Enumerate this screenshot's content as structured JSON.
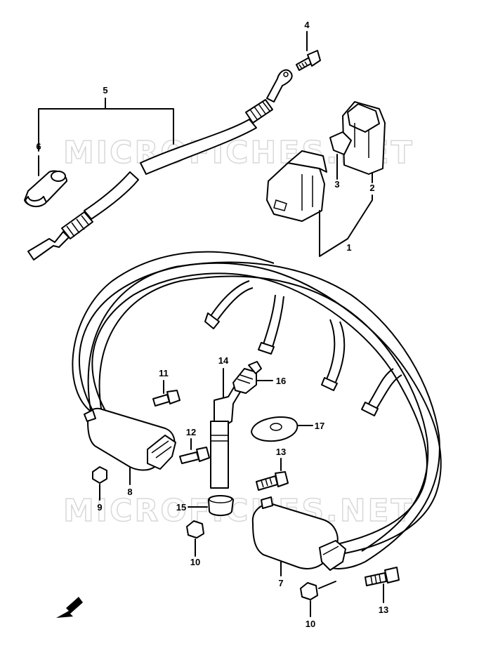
{
  "watermark": "MICROFICHES.NET",
  "labels": {
    "p1": "1",
    "p2": "2",
    "p3": "3",
    "p4": "4",
    "p5": "5",
    "p6": "6",
    "p7": "7",
    "p8": "8",
    "p9": "9",
    "p10a": "10",
    "p10b": "10",
    "p11": "11",
    "p12": "12",
    "p13a": "13",
    "p13b": "13",
    "p14": "14",
    "p15": "15",
    "p16": "16",
    "p17": "17"
  }
}
